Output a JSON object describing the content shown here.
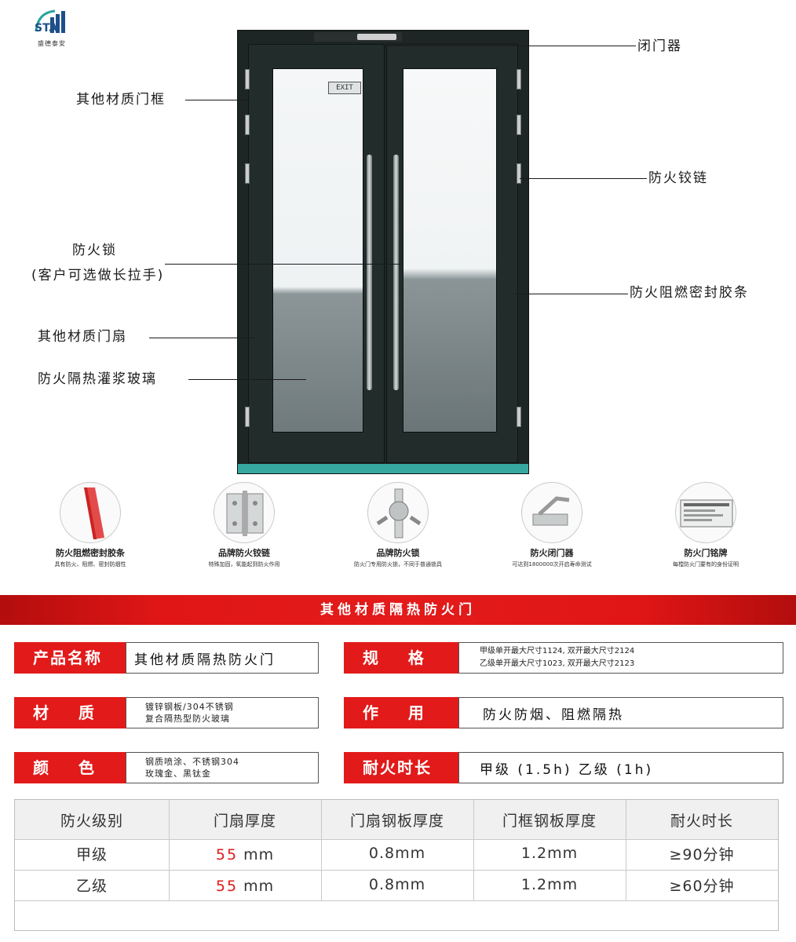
{
  "logo": {
    "mark": "STA",
    "text": "盛德泰安"
  },
  "door": {
    "exit_sign": "EXIT"
  },
  "callouts": {
    "closer": "闭门器",
    "frame": "其他材质门框",
    "hinge": "防火铰链",
    "lock": "防火锁",
    "lock_note": "(客户可选做长拉手)",
    "seal": "防火阻燃密封胶条",
    "leaf": "其他材质门扇",
    "glass": "防火隔热灌浆玻璃"
  },
  "features": [
    {
      "title": "防火阻燃密封胶条",
      "sub": "具有防火、阻燃、密封防烟性",
      "icon": "seal-strip-icon"
    },
    {
      "title": "品牌防火铰链",
      "sub": "特殊加固，氧能起到防火作用",
      "icon": "hinge-icon"
    },
    {
      "title": "品牌防火锁",
      "sub": "防火门专用防火锁，不同于普通锁具",
      "icon": "lock-icon"
    },
    {
      "title": "防火闭门器",
      "sub": "可达到1800000次开启寿命测试",
      "icon": "door-closer-icon"
    },
    {
      "title": "防火门铭牌",
      "sub": "每樘防火门要有的身份证明",
      "icon": "nameplate-icon"
    }
  ],
  "banner": {
    "title": "其他材质隔热防火门"
  },
  "specs": {
    "product_name": {
      "label": "产品名称",
      "value": "其他材质隔热防火门"
    },
    "size": {
      "label": "规    格",
      "line1": "甲级单开最大尺寸1124,  双开最大尺寸2124",
      "line2": "乙级单开最大尺寸1023,  双开最大尺寸2123"
    },
    "material": {
      "label": "材    质",
      "line1": "镀锌钢板/304不锈钢",
      "line2": "复合隔热型防火玻璃"
    },
    "function": {
      "label": "作    用",
      "value": "防火防烟、阻燃隔热"
    },
    "color": {
      "label": "颜    色",
      "line1": "钢质喷涂、不锈钢304",
      "line2": "玫瑰金、黑钛金"
    },
    "duration": {
      "label": "耐火时长",
      "value": "甲级 (1.5h) 乙级 (1h)"
    }
  },
  "table": {
    "headers": [
      "防火级别",
      "门扇厚度",
      "门扇钢板厚度",
      "门框钢板厚度",
      "耐火时长"
    ],
    "rows": [
      {
        "grade": "甲级",
        "leaf_num": "55",
        "leaf_unit": "mm",
        "leaf_steel": "0.8mm",
        "frame_steel": "1.2mm",
        "duration": "≥90分钟"
      },
      {
        "grade": "乙级",
        "leaf_num": "55",
        "leaf_unit": "mm",
        "leaf_steel": "0.8mm",
        "frame_steel": "1.2mm",
        "duration": "≥60分钟"
      }
    ]
  },
  "colors": {
    "accent_red": "#e21a1a",
    "frame_dark": "#1d2624",
    "floor_teal": "#37a8a0"
  }
}
